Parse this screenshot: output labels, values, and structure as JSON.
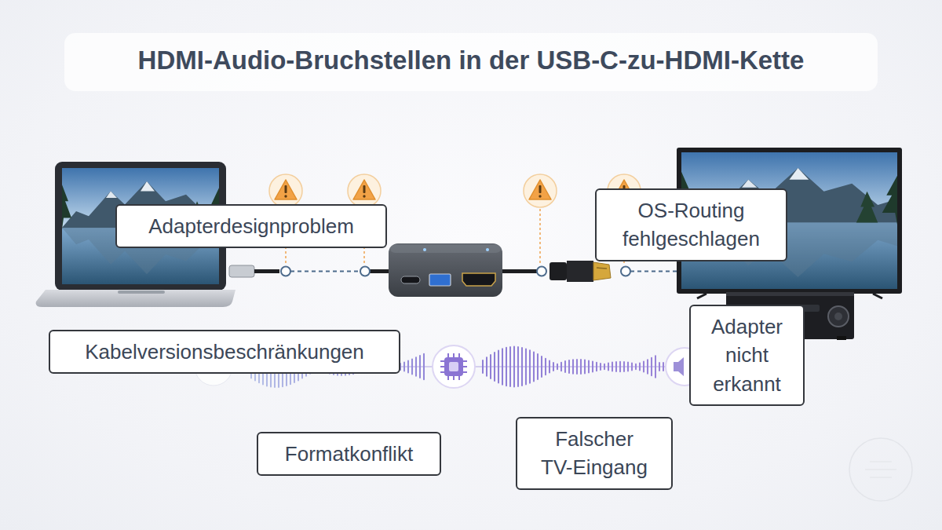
{
  "diagram": {
    "title": "HDMI-Audio-Bruchstellen in der USB-C-zu-HDMI-Kette",
    "nodes": [
      {
        "text": [
          "Adapterdesignproblem"
        ]
      },
      {
        "text": [
          "OS-Routing fehlgeschlagen"
        ]
      },
      {
        "text": [
          "Kabelversionsbeschränkungen"
        ]
      },
      {
        "text": [
          "Adapter nicht erkannt"
        ]
      },
      {
        "text": [
          "Formatkonflikt"
        ]
      },
      {
        "text": [
          "Falscher TV-Eingang"
        ]
      }
    ]
  }
}
